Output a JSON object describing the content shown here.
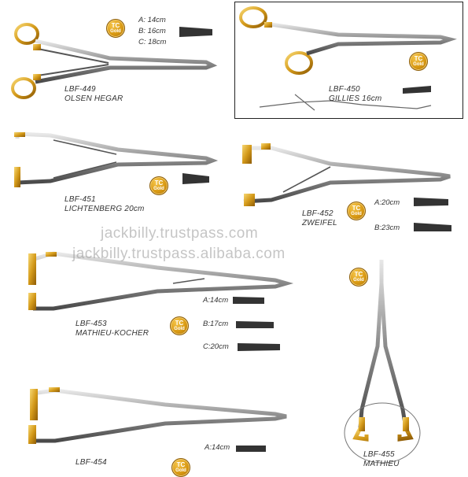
{
  "badge": {
    "tc": "TC",
    "gold": "Gold"
  },
  "items": [
    {
      "code": "LBF-449",
      "name": "OLSEN HEGAR",
      "sizes": [
        "A: 14cm",
        "B: 16cm",
        "C: 18cm"
      ]
    },
    {
      "code": "LBF-450",
      "name": "GILLIES 16cm",
      "sizes": []
    },
    {
      "code": "LBF-451",
      "name": "LICHTENBERG  20cm",
      "sizes": []
    },
    {
      "code": "LBF-452",
      "name": "ZWEIFEL",
      "sizes": [
        "A:20cm",
        "B:23cm"
      ]
    },
    {
      "code": "LBF-453",
      "name": "MATHIEU-KOCHER",
      "sizes": [
        "A:14cm",
        "B:17cm",
        "C:20cm"
      ]
    },
    {
      "code": "LBF-454",
      "name": "",
      "sizes": [
        "A:14cm"
      ]
    },
    {
      "code": "LBF-455",
      "name": "MATHIEU",
      "sizes": []
    }
  ],
  "watermark": [
    "jackbilly.trustpass.com",
    "jackbilly.trustpass.alibaba.com"
  ],
  "colors": {
    "gold": "#d4a017",
    "steel": "#9a9a9a",
    "dark": "#333333"
  }
}
